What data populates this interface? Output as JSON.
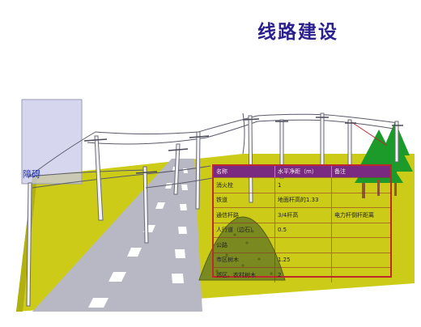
{
  "title": "线路建设",
  "obstacle_label": "障碍",
  "table": {
    "headers": [
      "名称",
      "水平净距（m）",
      "备注"
    ],
    "rows": [
      [
        "消火栓",
        "1",
        ""
      ],
      [
        "铁道",
        "地面杆高的1.33",
        ""
      ],
      [
        "通信杆路",
        "3/4杆高",
        "电力杆倒杆距离"
      ],
      [
        "人行道（边石）",
        "0.5",
        ""
      ],
      [
        "公路",
        "",
        ""
      ],
      [
        "市区树木",
        "1.25",
        ""
      ],
      [
        "郊区、农村树木",
        "2",
        ""
      ]
    ]
  },
  "colors": {
    "title": "#2a1f8f",
    "ground": "#cccc18",
    "road": "#b8b8c4",
    "table_header": "#7a2a80",
    "table_border": "#c0282c"
  }
}
